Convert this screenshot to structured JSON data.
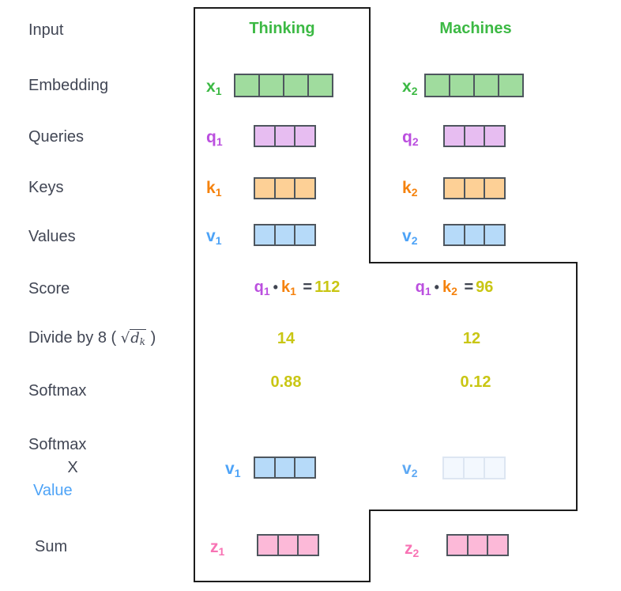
{
  "row_labels": {
    "input": "Input",
    "embedding": "Embedding",
    "queries": "Queries",
    "keys": "Keys",
    "values": "Values",
    "score": "Score",
    "divide_prefix": "Divide by 8 (",
    "divide_sqrt_symbol": "√",
    "divide_sqrt_base": "d",
    "divide_sqrt_sub": "k",
    "divide_suffix": ")",
    "softmax": "Softmax",
    "softmax_x_value": {
      "line1": "Softmax",
      "line2": "X",
      "line3": "Value"
    },
    "sum": "Sum"
  },
  "columns": [
    {
      "header": "Thinking",
      "embedding": {
        "label": "x",
        "sub": "1",
        "cells": 4
      },
      "query": {
        "label": "q",
        "sub": "1",
        "cells": 3
      },
      "key": {
        "label": "k",
        "sub": "1",
        "cells": 3
      },
      "value": {
        "label": "v",
        "sub": "1",
        "cells": 3
      },
      "score": {
        "q": "q",
        "q_sub": "1",
        "dot": "•",
        "k": "k",
        "k_sub": "1",
        "eq": "=",
        "result": "112"
      },
      "divided": "14",
      "softmax": "0.88",
      "softmax_value": {
        "label": "v",
        "sub": "1",
        "cells": 3,
        "faded": false
      },
      "sum": {
        "label": "z",
        "sub": "1",
        "cells": 3
      }
    },
    {
      "header": "Machines",
      "embedding": {
        "label": "x",
        "sub": "2",
        "cells": 4
      },
      "query": {
        "label": "q",
        "sub": "2",
        "cells": 3
      },
      "key": {
        "label": "k",
        "sub": "2",
        "cells": 3
      },
      "value": {
        "label": "v",
        "sub": "2",
        "cells": 3
      },
      "score": {
        "q": "q",
        "q_sub": "1",
        "dot": "•",
        "k": "k",
        "k_sub": "2",
        "eq": "=",
        "result": "96"
      },
      "divided": "12",
      "softmax": "0.12",
      "softmax_value": {
        "label": "v",
        "sub": "2",
        "cells": 3,
        "faded": true
      },
      "sum": {
        "label": "z",
        "sub": "2",
        "cells": 3
      }
    }
  ],
  "colors": {
    "accent_green": "#3cb944",
    "purple": "#bb4fdf",
    "orange": "#f5820d",
    "blue": "#4da3f7",
    "pink": "#f873b4",
    "olive_number": "#c9c614",
    "label_text": "#414654",
    "cell_green": "#a0dc9e",
    "cell_purple": "#e7bdf1",
    "cell_orange": "#fdd096",
    "cell_blue": "#b6daf9",
    "cell_pink": "#fcb9d8",
    "faded_fill": "#f3f8fe",
    "faded_border": "#dde6f2",
    "outline": "#1c1c1c"
  }
}
